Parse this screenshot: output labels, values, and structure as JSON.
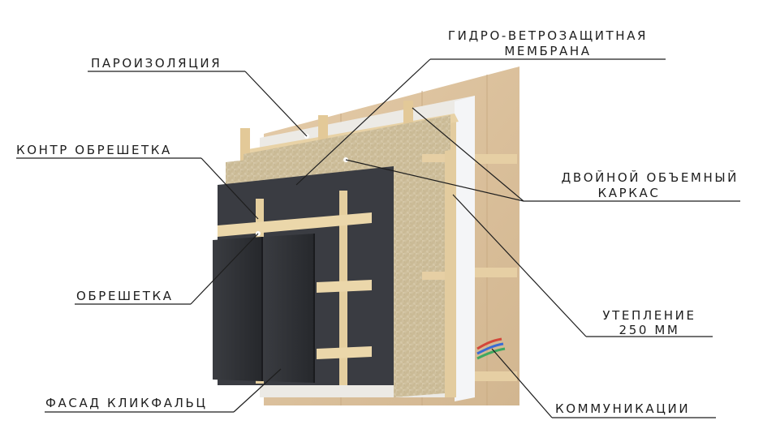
{
  "labels": {
    "vapor_barrier": "ПАРОИЗОЛЯЦИЯ",
    "membrane_line1": "ГИДРО-ВЕТРОЗАЩИТНАЯ",
    "membrane_line2": "МЕМБРАНА",
    "counter_batten": "КОНТР ОБРЕШЕТКА",
    "frame_line1": "ДВОЙНОЙ ОБЪЕМНЫЙ",
    "frame_line2": "КАРКАС",
    "batten": "ОБРЕШЕТКА",
    "insulation_line1": "УТЕПЛЕНИЕ",
    "insulation_line2": "250 ММ",
    "facade": "ФАСАД КЛИКФАЛЬЦ",
    "utilities": "КОММУНИКАЦИИ"
  },
  "colors": {
    "wood_panel": "#dcc19c",
    "timber": "#e8d2a6",
    "insulation": "#cfc0a0",
    "membrane_white": "#f1f2f4",
    "vapor_grey": "#e4e2dc",
    "facade_dark": "#2d2f33",
    "leader_line": "#1e1e1e"
  }
}
